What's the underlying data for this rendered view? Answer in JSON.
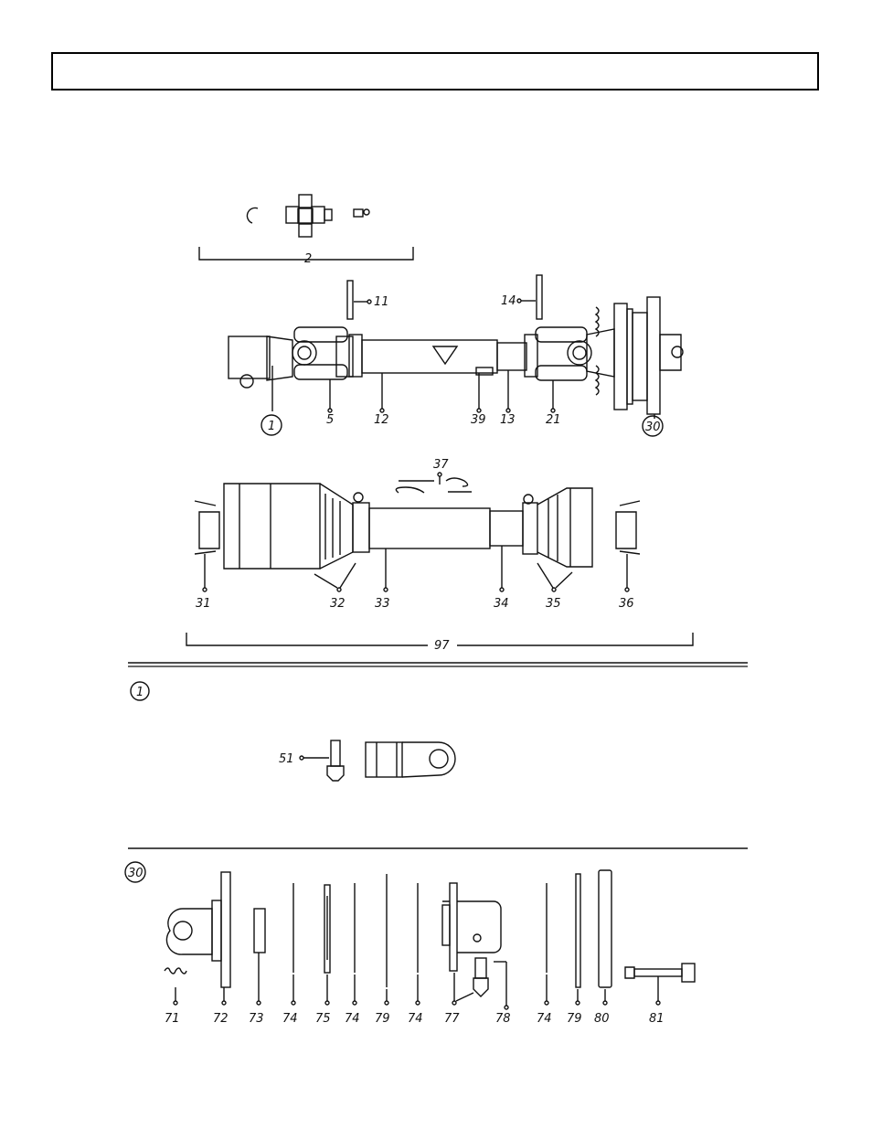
{
  "header": {
    "title": ""
  },
  "callouts": {
    "c2": "2",
    "c11": "11",
    "c14": "14",
    "c1": "1",
    "c5": "5",
    "c12": "12",
    "c39": "39",
    "c13": "13",
    "c21": "21",
    "c30": "30",
    "c37": "37",
    "c31": "31",
    "c32": "32",
    "c33": "33",
    "c34": "34",
    "c35": "35",
    "c36": "36",
    "c97": "97",
    "sec1": "1",
    "c51": "51",
    "sec30": "30",
    "c71": "71",
    "c72": "72",
    "c73": "73",
    "c74a": "74",
    "c75": "75",
    "c74b": "74",
    "c79a": "79",
    "c74c": "74",
    "c77": "77",
    "c78": "78",
    "c74d": "74",
    "c79b": "79",
    "c80": "80",
    "c81": "81"
  }
}
